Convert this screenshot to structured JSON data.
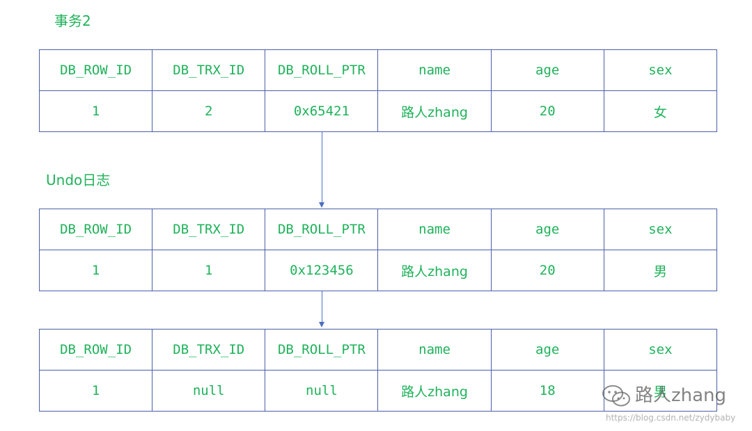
{
  "labels": {
    "transaction": "事务2",
    "undo": "Undo日志"
  },
  "columns": [
    "DB_ROW_ID",
    "DB_TRX_ID",
    "DB_ROLL_PTR",
    "name",
    "age",
    "sex"
  ],
  "tables": [
    {
      "row": [
        "1",
        "2",
        "0x65421",
        "路人zhang",
        "20",
        "女"
      ]
    },
    {
      "row": [
        "1",
        "1",
        "0x123456",
        "路人zhang",
        "20",
        "男"
      ]
    },
    {
      "row": [
        "1",
        "null",
        "null",
        "路人zhang",
        "18",
        "男"
      ]
    }
  ],
  "watermark": {
    "name": "路人zhang",
    "url": "https://blog.csdn.net/zydybaby",
    "icon": "wechat-icon"
  },
  "colors": {
    "text": "#1fb25a",
    "border": "#4a5fa8",
    "arrow": "#4a6fc4"
  }
}
